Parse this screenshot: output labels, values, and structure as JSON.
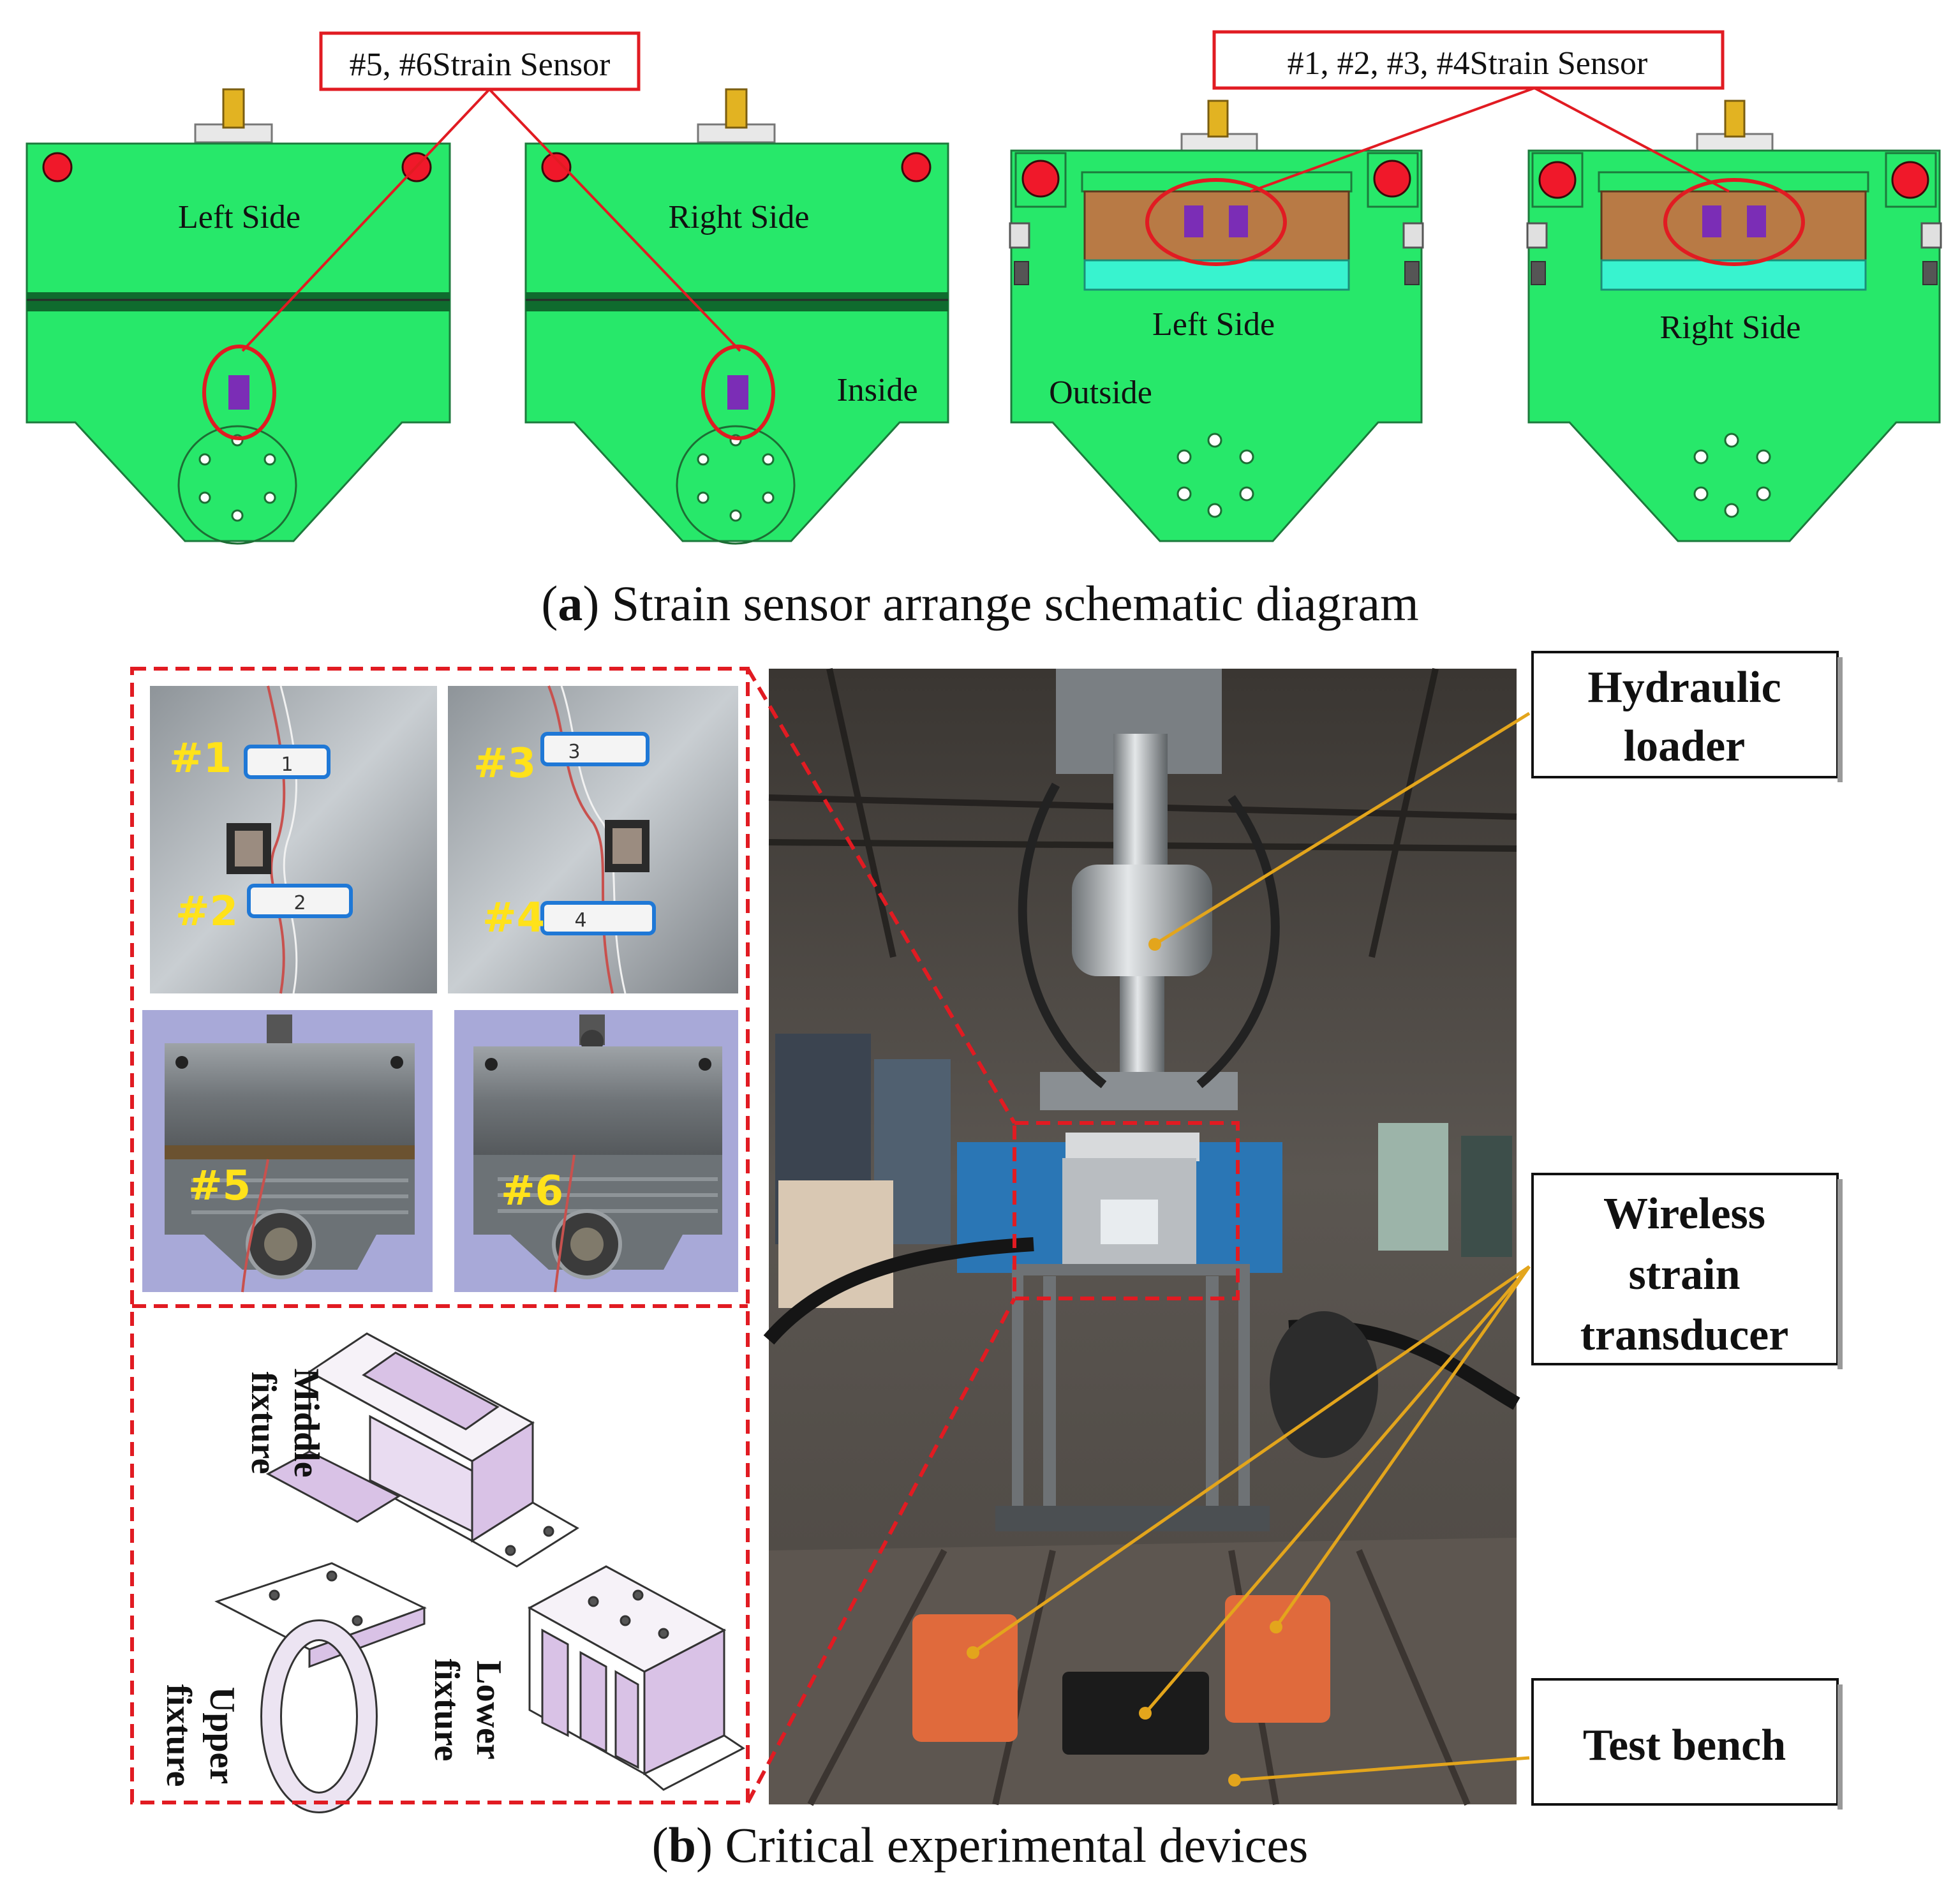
{
  "colors": {
    "part_green": "#27e86a",
    "part_green_dark": "#0f6b2e",
    "sensor_purple": "#7b2db6",
    "hole_red": "#f0182a",
    "callout_red": "#e11b22",
    "leader_gold": "#e3a51c",
    "copper": "#b87a45",
    "cyan": "#38f3cf",
    "fixture_lilac": "#d9c2e6",
    "label_yellow": "#ffe21a"
  },
  "panel_a": {
    "callout_left": "#5, #6Strain Sensor",
    "callout_right": "#1, #2, #3, #4Strain Sensor",
    "view1_label": "Left Side",
    "view2_label": "Right Side",
    "view2_inside": "Inside",
    "view3_label": "Left Side",
    "view3_outside": "Outside",
    "view4_label": "Right Side",
    "caption_letter": "a",
    "caption_text": ") Strain sensor arrange schematic diagram"
  },
  "panel_b": {
    "photo_labels": [
      "#1",
      "#2",
      "#3",
      "#4",
      "#5",
      "#6"
    ],
    "tag_texts": [
      "1",
      "2",
      "3",
      "4"
    ],
    "fixture_middle": [
      "Middle",
      "fixture"
    ],
    "fixture_upper": [
      "Upper",
      "fixture"
    ],
    "fixture_lower": [
      "Lower",
      "fixture"
    ],
    "label_hydraulic": [
      "Hydraulic",
      "loader"
    ],
    "label_wireless": [
      "Wireless",
      "strain",
      "transducer"
    ],
    "label_bench": "Test bench",
    "caption_letter": "b",
    "caption_text": ") Critical experimental devices"
  }
}
